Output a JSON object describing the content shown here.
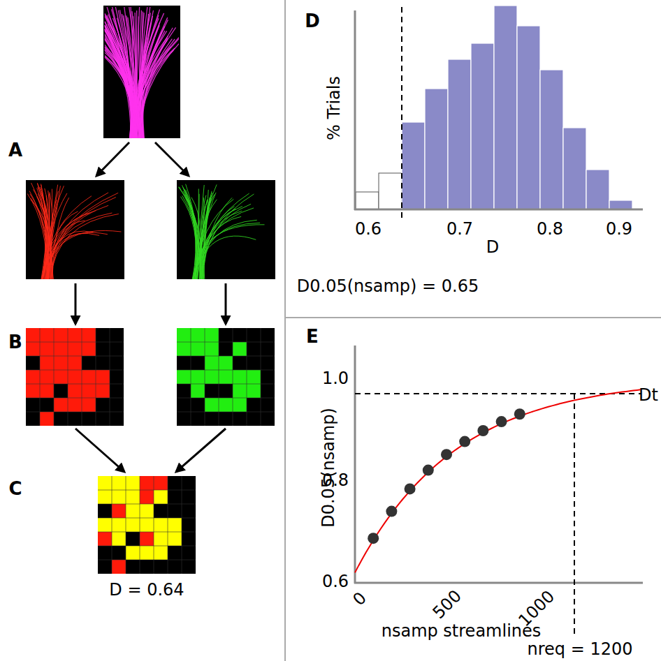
{
  "diagram": {
    "labels": [
      "A",
      "B",
      "C",
      "D = 0.64",
      "D",
      "% Trials",
      "0.6",
      "0.7",
      "0.8",
      "0.9",
      "D",
      "D0.05(nsamp) = 0.65",
      "E",
      "1.0",
      "0.8",
      "0.6",
      "0",
      "500",
      "1000",
      "D0.05(nsamp)",
      "Dt",
      "nsamp streamlines",
      "nreq = 1200"
    ]
  }
}
